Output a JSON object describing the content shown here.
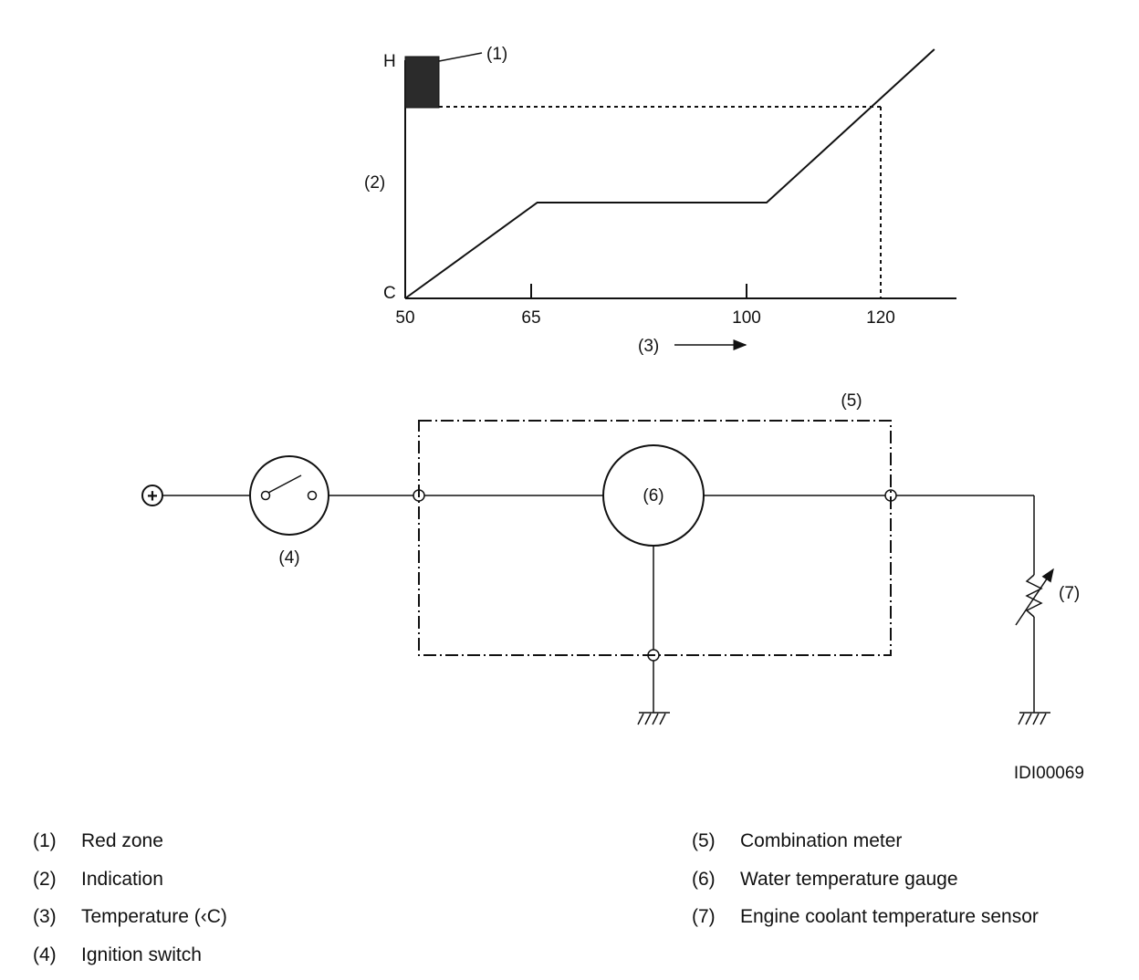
{
  "graph": {
    "y_top_label": "H",
    "y_bottom_label": "C",
    "y_axis_callout": "(2)",
    "red_zone_callout": "(1)",
    "x_ticks": [
      "50",
      "65",
      "100",
      "120"
    ],
    "x_axis_callout": "(3)"
  },
  "chart_data": {
    "type": "line",
    "xlabel": "(3)",
    "ylabel": "(2)",
    "x_tick_labels": [
      "50",
      "65",
      "100",
      "120"
    ],
    "y_tick_labels": [
      "C",
      "H"
    ],
    "series": [
      {
        "x": [
          50,
          66,
          103,
          128
        ],
        "y": [
          0,
          0.5,
          0.5,
          1.3
        ]
      }
    ],
    "reference": {
      "x": 120,
      "y": 1.0
    }
  },
  "circuit": {
    "supply_symbol": "+",
    "switch_callout": "(4)",
    "meter_callout": "(5)",
    "gauge_callout": "(6)",
    "sensor_callout": "(7)"
  },
  "figure_id": "IDI00069",
  "legend": {
    "left": [
      {
        "num": "(1)",
        "text": "Red zone"
      },
      {
        "num": "(2)",
        "text": "Indication"
      },
      {
        "num": "(3)",
        "text": "Temperature (‹C)"
      },
      {
        "num": "(4)",
        "text": "Ignition switch"
      }
    ],
    "right": [
      {
        "num": "(5)",
        "text": "Combination meter"
      },
      {
        "num": "(6)",
        "text": "Water temperature gauge"
      },
      {
        "num": "(7)",
        "text": "Engine coolant temperature sensor"
      }
    ]
  }
}
